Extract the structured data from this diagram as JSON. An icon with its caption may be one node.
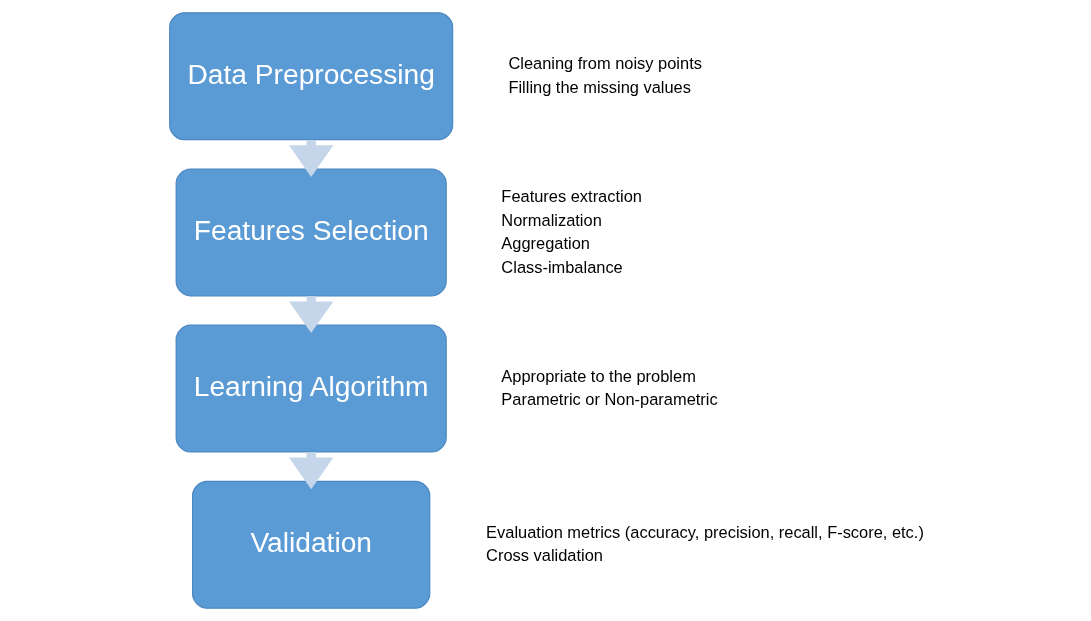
{
  "diagram": {
    "nodes": [
      {
        "text": [
          "Data Preprocessing"
        ],
        "beside": [
          "Cleaning from noisy points",
          "Filling the missing values"
        ]
      },
      {
        "text": [
          "Features Selection"
        ],
        "beside": [
          "Features extraction",
          "Normalization",
          "Aggregation",
          "Class-imbalance"
        ]
      },
      {
        "text": [
          "Learning Algorithm"
        ],
        "beside": [
          "Appropriate to the problem",
          "Parametric or Non-parametric"
        ]
      },
      {
        "text": [
          "Validation"
        ],
        "beside": [
          "Evaluation metrics (accuracy, precision, recall, F-score, etc.)",
          "Cross validation"
        ]
      }
    ],
    "edges": [
      {
        "from": 0,
        "to": 1,
        "arrow": "to"
      },
      {
        "from": 1,
        "to": 2,
        "arrow": "to"
      },
      {
        "from": 2,
        "to": 3,
        "arrow": "to"
      }
    ]
  }
}
